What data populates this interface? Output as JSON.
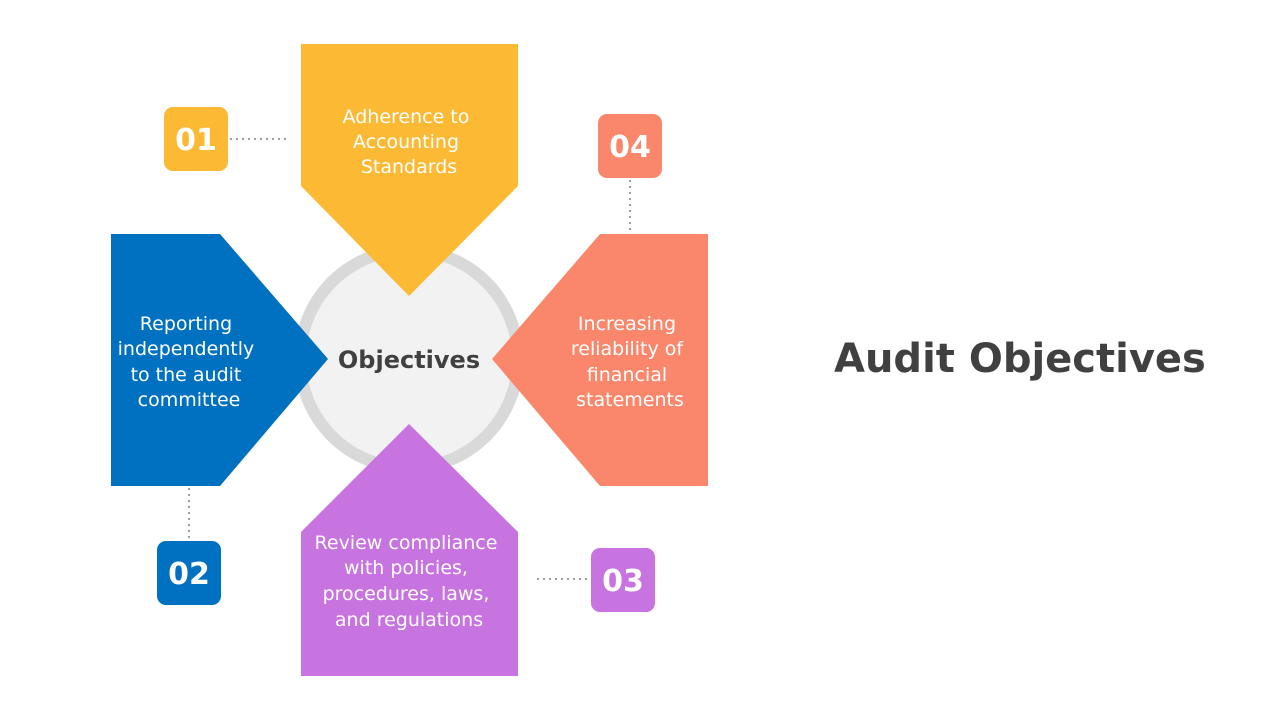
{
  "title": "Audit Objectives",
  "center_label": "Objectives",
  "colors": {
    "yellow": "#FBB934",
    "blue": "#0070C0",
    "orange": "#FA876B",
    "purple": "#C774E1",
    "text": "#404040"
  },
  "items": [
    {
      "number": "01",
      "lines": [
        "Adherence to",
        "Accounting",
        "Standards"
      ]
    },
    {
      "number": "02",
      "lines": [
        "Reporting",
        "independently",
        "to the audit",
        "committee"
      ]
    },
    {
      "number": "03",
      "lines": [
        "Review compliance",
        "with policies,",
        "procedures, laws,",
        "and regulations"
      ]
    },
    {
      "number": "04",
      "lines": [
        "Increasing",
        "reliability of",
        "financial",
        "statements"
      ]
    }
  ]
}
